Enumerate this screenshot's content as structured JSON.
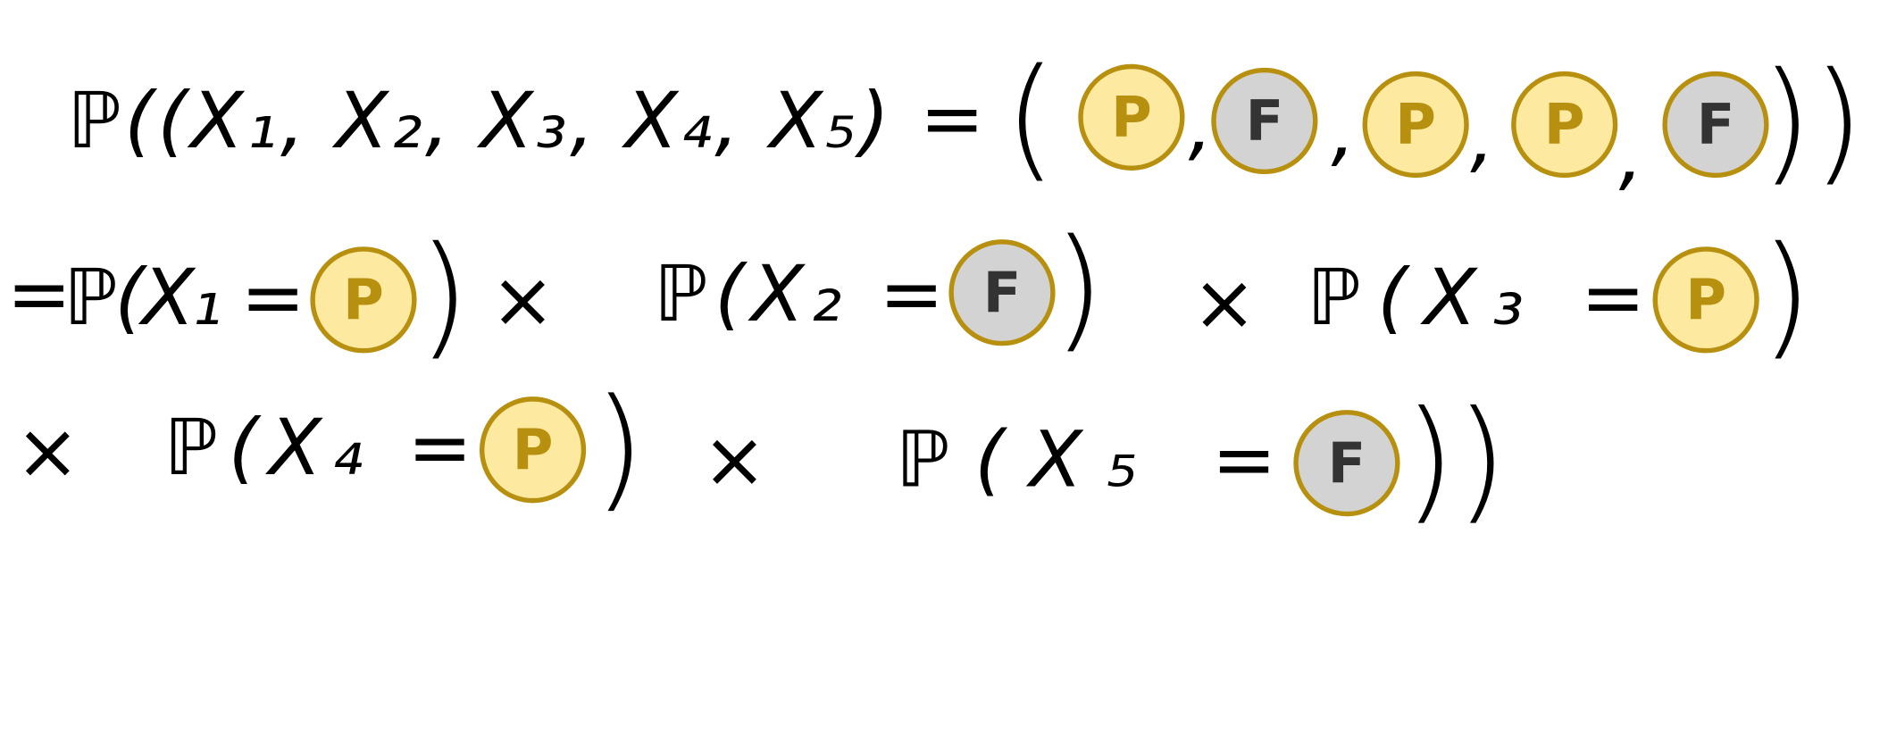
{
  "colors": {
    "pass_fill": "#FDE9A0",
    "pass_stroke": "#B8900F",
    "fail_fill": "#D3D3D3",
    "ink": "#000000"
  },
  "row1": {
    "lhs": "ℙ((X₁, X₂, X₃, X₄, X₅)",
    "eq": "=",
    "open": "(",
    "coins": [
      "P",
      "F",
      "P",
      "P",
      "F"
    ],
    "comma": ",",
    "close": "))"
  },
  "row2": {
    "lead": "=",
    "terms": [
      {
        "text": "ℙ(X₁ =",
        "coin": "P",
        "close": ")",
        "sep": "×"
      },
      {
        "text": "ℙ(X₂ =",
        "coin": "F",
        "close": ")",
        "sep": "×"
      },
      {
        "text": "ℙ(X₃ =",
        "coin": "P",
        "close": ")"
      }
    ]
  },
  "row3": {
    "lead": "×",
    "terms": [
      {
        "text": "ℙ(X₄ =",
        "coin": "P",
        "close": ")",
        "sep": "×"
      },
      {
        "text": "ℙ(X₅ =",
        "coin": "F",
        "close": "))"
      }
    ]
  }
}
